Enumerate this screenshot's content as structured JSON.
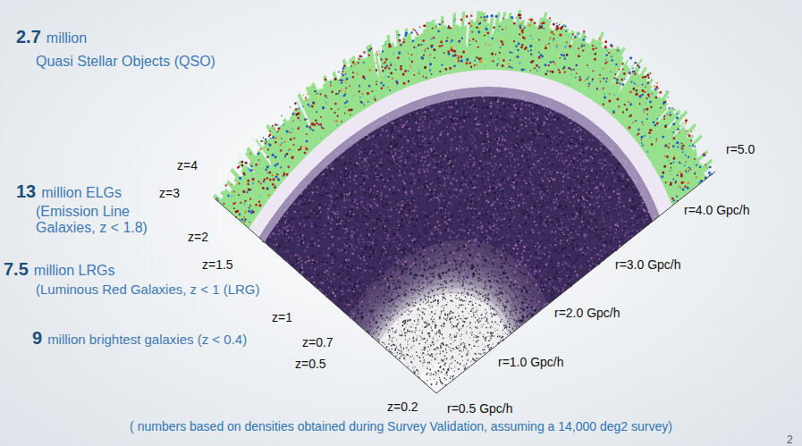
{
  "diagram": {
    "caption": "( numbers based on densities obtained during Survey Validation, assuming a 14,000 deg2 survey)",
    "labels": [
      "2.7",
      "million",
      "Quasi Stellar Objects (QSO)",
      "13",
      "million ELGs",
      "(Emission Line Galaxies, z < 1.8)",
      "7.5",
      "million LRGs",
      "(Luminous Red Galaxies, z < 1 (LRG)",
      "9",
      "million brightest galaxies (z < 0.4)",
      "z=4",
      "z=3",
      "z=2",
      "z=1.5",
      "z=1",
      "z=0.7",
      "z=0.5",
      "z=0.2",
      "r=5.0",
      "r=4.0 Gpc/h",
      "r=3.0 Gpc/h",
      "r=2.0 Gpc/h",
      "r=1.0 Gpc/h",
      "r=0.5 Gpc/h",
      "2"
    ]
  }
}
